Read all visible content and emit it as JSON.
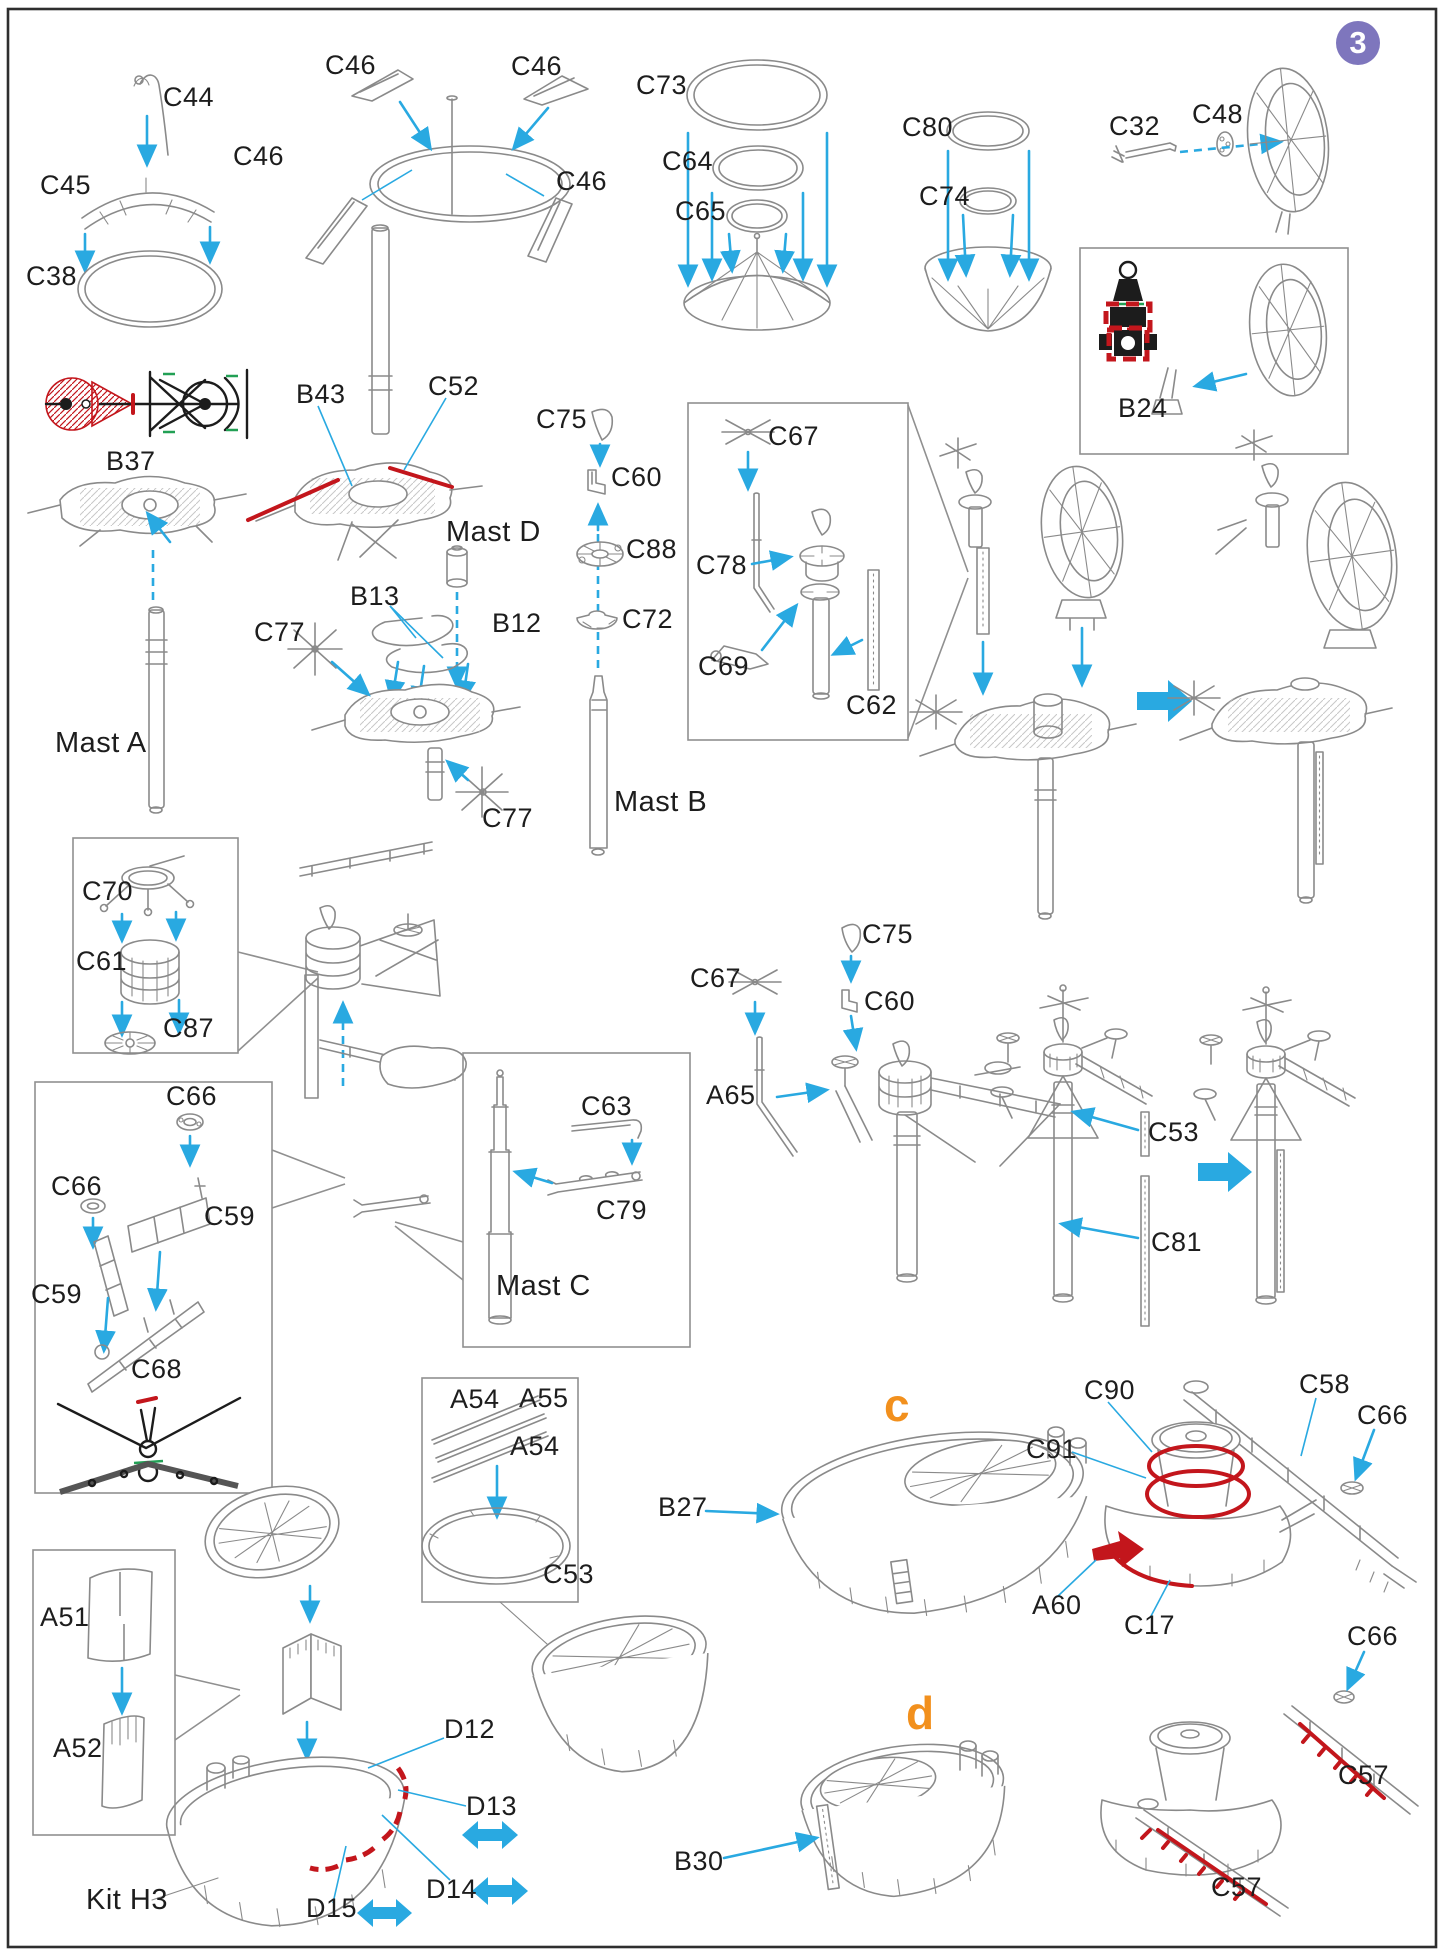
{
  "page": {
    "number": "3",
    "colors": {
      "arrow_blue": "#29A9E1",
      "highlight_red": "#C3161C",
      "accent_green": "#22A055",
      "section_orange": "#F2901D",
      "badge_purple": "#7E76BD",
      "line_art_gray": "#8a8a8a"
    }
  },
  "sections": {
    "davit_group": {
      "labels": {
        "c44": "C44",
        "c45": "C45",
        "c38": "C38"
      }
    },
    "bracket_ring_group": {
      "labels": {
        "c46_top_left": "C46",
        "c46_top_right": "C46",
        "c46_bottom_left": "C46",
        "c46_bottom_right": "C46"
      }
    },
    "dome_group": {
      "labels": {
        "c73": "C73",
        "c64": "C64",
        "c65": "C65"
      }
    },
    "bowl_group": {
      "labels": {
        "c80": "C80",
        "c74": "C74"
      }
    },
    "dish_axle_group": {
      "labels": {
        "c32": "C32",
        "c48": "C48"
      }
    },
    "b24_box": {
      "labels": {
        "b24": "B24"
      }
    },
    "mast_a_group": {
      "labels": {
        "b37": "B37",
        "mast_a": "Mast A"
      }
    },
    "mast_b_group": {
      "labels": {
        "b43": "B43",
        "c52": "C52",
        "mast_d": "Mast D",
        "b13": "B13",
        "b12": "B12",
        "c77_upper": "C77",
        "c77_lower": "C77",
        "c75": "C75",
        "c60": "C60",
        "c88": "C88",
        "c72": "C72",
        "mast_b": "Mast B"
      }
    },
    "c67_detail_box": {
      "labels": {
        "c67": "C67",
        "c78": "C78",
        "c69": "C69",
        "c62": "C62"
      }
    },
    "c70_detail_box": {
      "labels": {
        "c70": "C70",
        "c61": "C61",
        "c87": "C87"
      }
    },
    "c66_detail_box": {
      "labels": {
        "c66_upper": "C66",
        "c66_lower": "C66",
        "c59_upper": "C59",
        "c59_lower": "C59",
        "c68": "C68"
      }
    },
    "mast_c_box": {
      "labels": {
        "c63": "C63",
        "c79": "C79",
        "mast_c": "Mast C"
      }
    },
    "a65_group": {
      "labels": {
        "c67": "C67",
        "c75": "C75",
        "c60": "C60",
        "a65": "A65"
      }
    },
    "c53_c81_group": {
      "labels": {
        "c53": "C53",
        "c81": "C81"
      }
    },
    "a54_box": {
      "labels": {
        "a54_left": "A54",
        "a55": "A55",
        "a54_lower": "A54",
        "c53": "C53"
      }
    },
    "funnel_h3_group": {
      "labels": {
        "a51": "A51",
        "a52": "A52",
        "kit_h3": "Kit H3",
        "d12": "D12",
        "d13": "D13",
        "d14": "D14",
        "d15": "D15"
      }
    },
    "section_c": {
      "marker": "c",
      "labels": {
        "b27": "B27",
        "c90": "C90",
        "c91": "C91",
        "c58": "C58",
        "c66_rail": "C66",
        "a60": "A60",
        "c17": "C17"
      }
    },
    "section_d": {
      "marker": "d",
      "labels": {
        "b30": "B30",
        "c57_upper": "C57",
        "c57_lower": "C57",
        "c66": "C66"
      }
    }
  }
}
